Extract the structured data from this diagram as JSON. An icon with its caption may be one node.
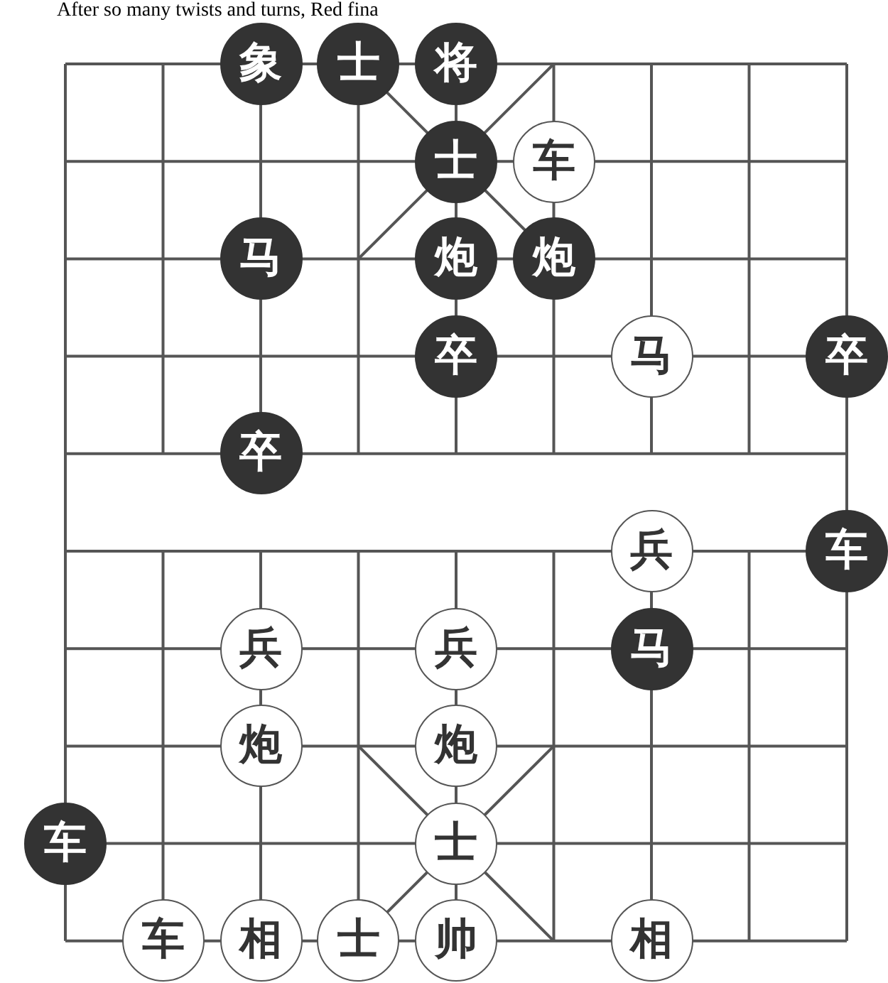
{
  "diagram": {
    "nodes": [
      {
        "text": [
          "象"
        ]
      },
      {
        "text": [
          "士"
        ]
      },
      {
        "text": [
          "将"
        ]
      },
      {
        "text": [
          "士"
        ]
      },
      {
        "text": [
          "车"
        ]
      },
      {
        "text": [
          "马"
        ]
      },
      {
        "text": [
          "炮"
        ]
      },
      {
        "text": [
          "炮"
        ]
      },
      {
        "text": [
          "卒"
        ]
      },
      {
        "text": [
          "马"
        ]
      },
      {
        "text": [
          "卒"
        ]
      },
      {
        "text": [
          "卒"
        ]
      },
      {
        "text": [
          "兵"
        ]
      },
      {
        "text": [
          "车"
        ]
      },
      {
        "text": [
          "兵"
        ]
      },
      {
        "text": [
          "兵"
        ]
      },
      {
        "text": [
          "马"
        ]
      },
      {
        "text": [
          "炮"
        ]
      },
      {
        "text": [
          "炮"
        ]
      },
      {
        "text": [
          "车"
        ]
      },
      {
        "text": [
          "士"
        ]
      },
      {
        "text": [
          "车"
        ]
      },
      {
        "text": [
          "相"
        ]
      },
      {
        "text": [
          "士"
        ]
      },
      {
        "text": [
          "帅"
        ]
      },
      {
        "text": [
          "相"
        ]
      }
    ],
    "labels": [
      "After so many twists and turns, Red fina"
    ]
  }
}
